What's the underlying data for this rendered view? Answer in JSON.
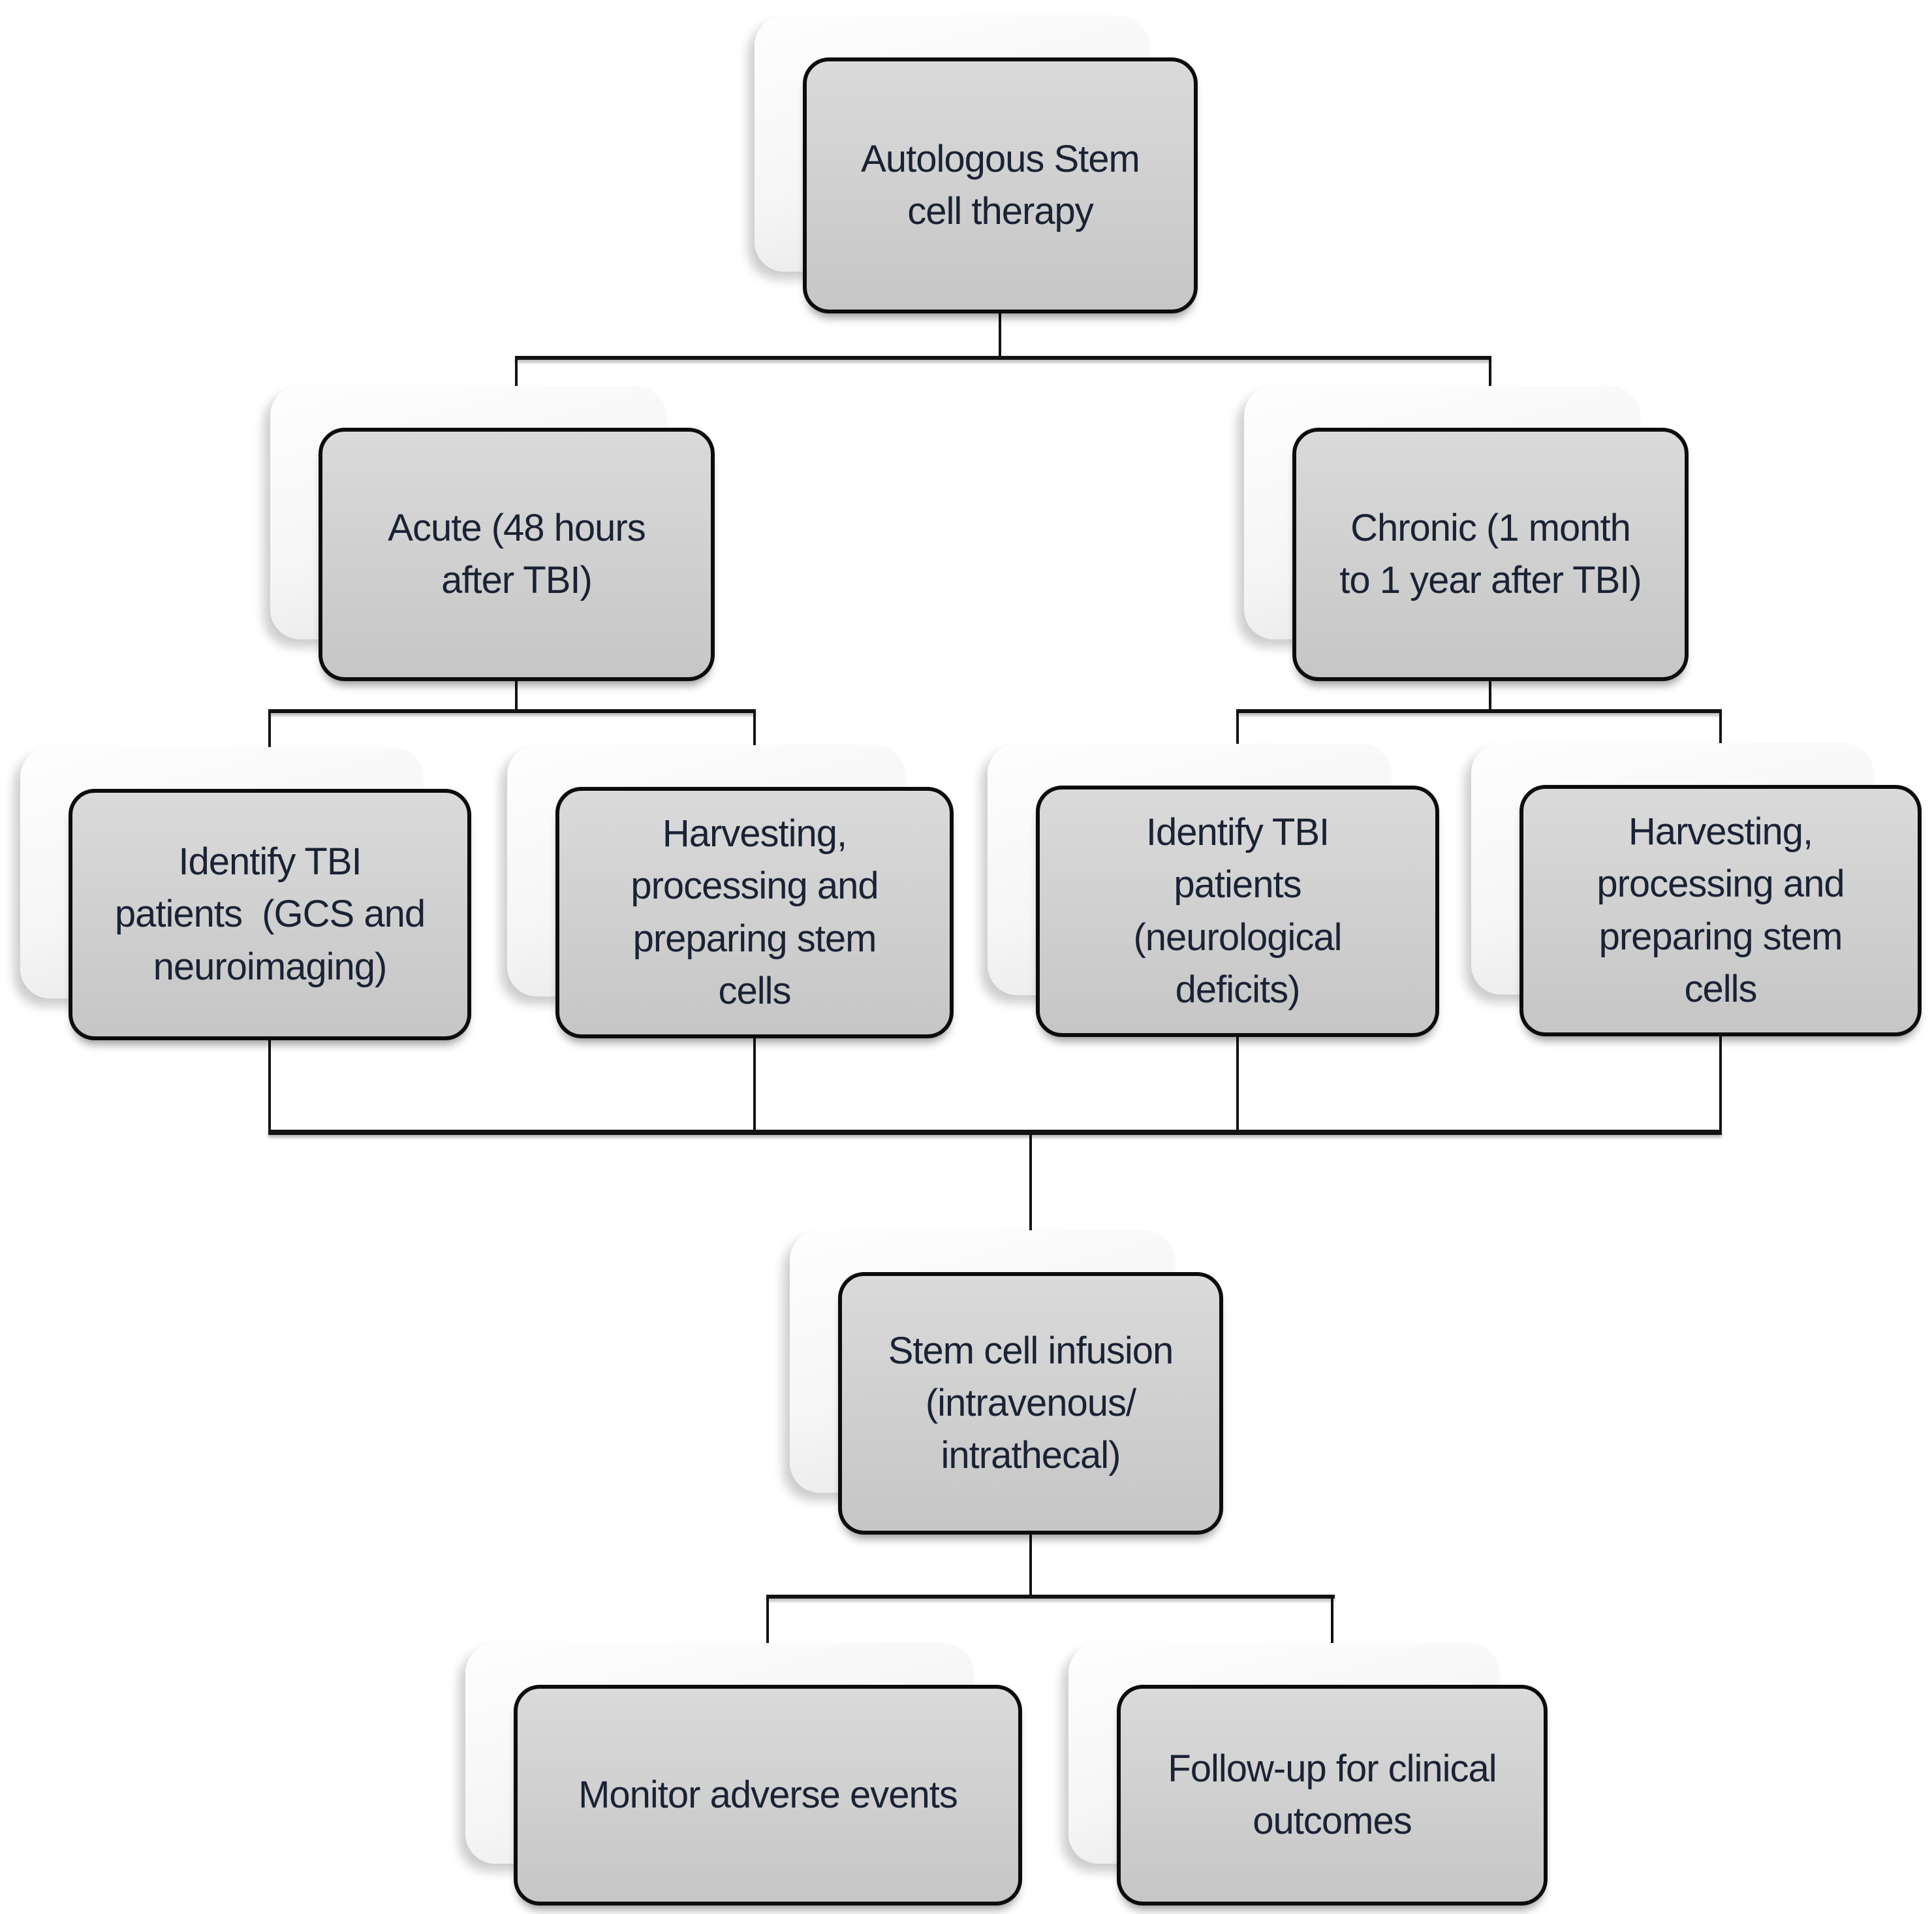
{
  "diagram": {
    "title": "Autologous stem cell therapy flowchart",
    "type": "flowchart",
    "colors": {
      "background": "#ffffff",
      "box_fill": "#d1d1d1",
      "box_border": "#0c0c0c",
      "shadow_card": "#f5f5f5",
      "connector": "#121212",
      "text": "#1a2234"
    },
    "nodes": {
      "root": {
        "label": "Autologous Stem\ncell therapy"
      },
      "acute": {
        "label": "Acute (48 hours\nafter TBI)"
      },
      "chronic": {
        "label": "Chronic (1 month\nto 1 year after TBI)"
      },
      "acute_identify": {
        "label": "Identify TBI\npatients  (GCS and\nneuroimaging)"
      },
      "acute_harvest": {
        "label": "Harvesting,\nprocessing and\npreparing stem\ncells"
      },
      "chronic_identify": {
        "label": "Identify TBI\npatients\n(neurological\ndeficits)"
      },
      "chronic_harvest": {
        "label": "Harvesting,\nprocessing and\npreparing stem\ncells"
      },
      "infusion": {
        "label": "Stem cell infusion\n(intravenous/\nintrathecal)"
      },
      "monitor": {
        "label": "Monitor adverse events"
      },
      "followup": {
        "label": "Follow-up for clinical\noutcomes"
      }
    },
    "edges": [
      "root->acute",
      "root->chronic",
      "acute->acute_identify",
      "acute->acute_harvest",
      "chronic->chronic_identify",
      "chronic->chronic_harvest",
      "acute_identify->infusion",
      "acute_harvest->infusion",
      "chronic_identify->infusion",
      "chronic_harvest->infusion",
      "infusion->monitor",
      "infusion->followup"
    ]
  }
}
